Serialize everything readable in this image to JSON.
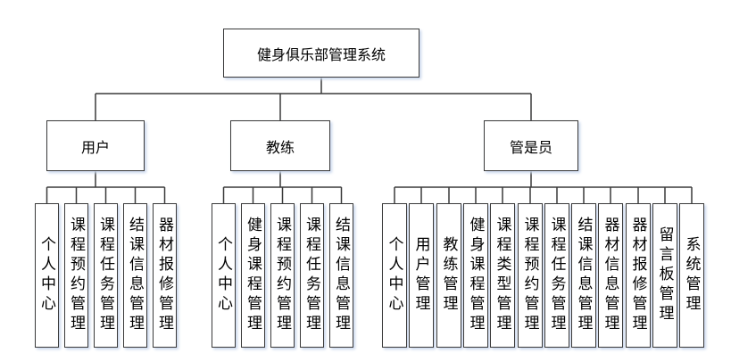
{
  "diagram": {
    "root": {
      "label": "健身俱乐部管理系统"
    },
    "groups": [
      {
        "label": "用户",
        "children": [
          "个人中心",
          "课程预约管理",
          "课程任务管理",
          "结课信息管理",
          "器材报修管理"
        ]
      },
      {
        "label": "教练",
        "children": [
          "个人中心",
          "健身课程管理",
          "课程预约管理",
          "课程任务管理",
          "结课信息管理"
        ]
      },
      {
        "label": "管是员",
        "children": [
          "个人中心",
          "用户管理",
          "教练管理",
          "健身课程管理",
          "课程类型管理",
          "课程预约管理",
          "课程任务管理",
          "结课信息管理",
          "器材信息管理",
          "器材报修管理",
          "留言板管理",
          "系统管理"
        ]
      }
    ],
    "colors": {
      "background": "#ffffff",
      "box_fill": "#ffffff",
      "box_border": "#3a3a3a",
      "connector": "#3a3a3a",
      "shadow": "#c9d6ec",
      "text": "#000000"
    }
  }
}
